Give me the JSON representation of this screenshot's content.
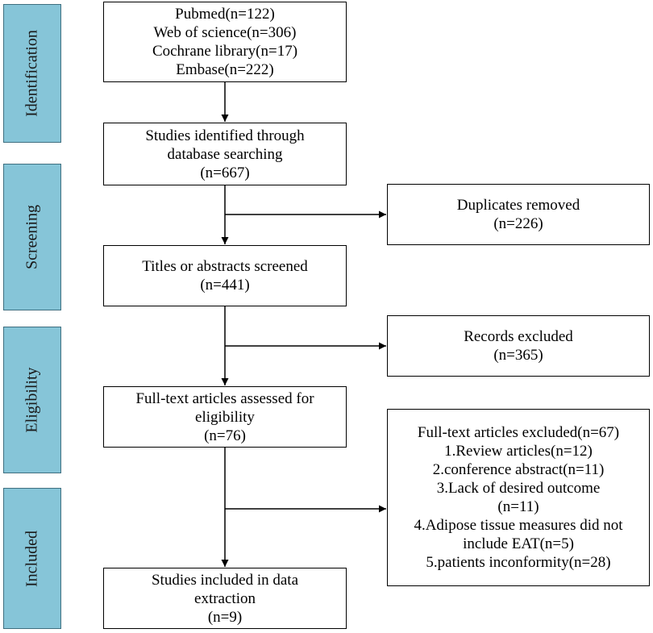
{
  "stages": [
    {
      "id": "identification",
      "label": "Identification"
    },
    {
      "id": "screening",
      "label": "Screening"
    },
    {
      "id": "eligibility",
      "label": "Eligibility"
    },
    {
      "id": "included",
      "label": "Included"
    }
  ],
  "boxes": {
    "databases": {
      "lines": [
        "Pubmed(n=122)",
        "Web of science(n=306)",
        "Cochrane library(n=17)",
        "Embase(n=222)"
      ]
    },
    "identified": {
      "lines": [
        "Studies identified through",
        "database searching",
        "(n=667)"
      ]
    },
    "duplicates": {
      "lines": [
        "Duplicates removed",
        "(n=226)"
      ]
    },
    "screened": {
      "lines": [
        "Titles or abstracts screened",
        "(n=441)"
      ]
    },
    "records_excluded": {
      "lines": [
        "Records excluded",
        "(n=365)"
      ]
    },
    "fulltext_assessed": {
      "lines": [
        "Full-text articles assessed for",
        "eligibility",
        "(n=76)"
      ]
    },
    "fulltext_excluded": {
      "lines": [
        "Full-text articles excluded(n=67)",
        "1.Review articles(n=12)",
        "2.conference abstract(n=11)",
        "3.Lack of desired outcome",
        "(n=11)",
        "4.Adipose tissue measures did not",
        "include EAT(n=5)",
        "5.patients inconformity(n=28)"
      ]
    },
    "included": {
      "lines": [
        "Studies included in data",
        "extraction",
        "(n=9)"
      ]
    }
  },
  "colors": {
    "stage_fill": "#86c5d8",
    "line": "#000000"
  }
}
